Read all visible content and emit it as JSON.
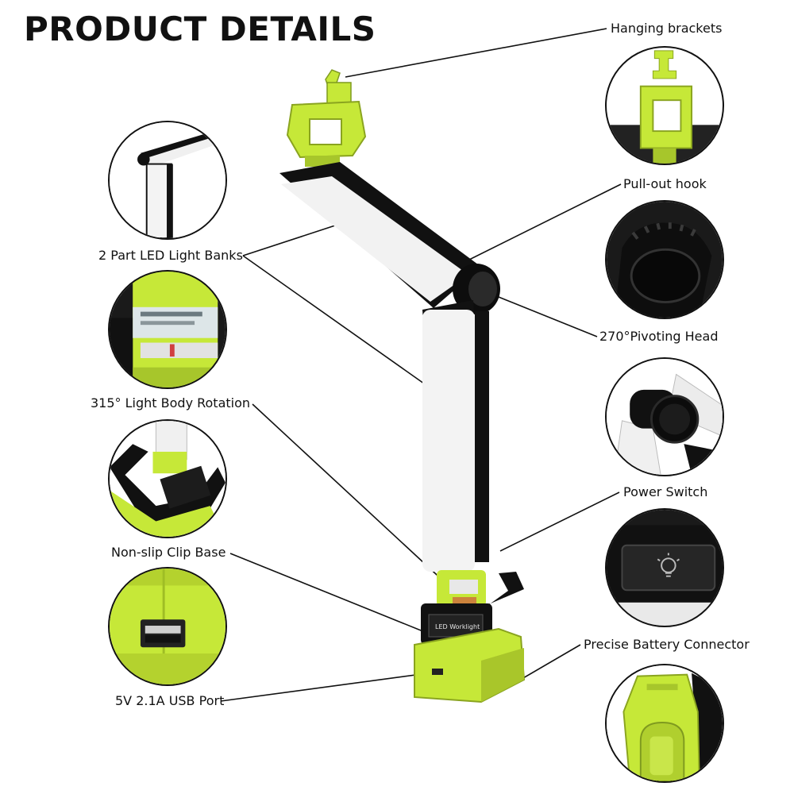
{
  "header": {
    "title": "PRODUCT DETAILS"
  },
  "callouts": {
    "hanging_brackets": "Hanging brackets",
    "pull_out_hook": "Pull-out hook",
    "pivoting_head": "270°Pivoting Head",
    "power_switch": "Power Switch",
    "battery_connector": "Precise Battery Connector",
    "led_banks": "2 Part LED Light Banks",
    "body_rotation": "315° Light Body Rotation",
    "clip_base": "Non-slip Clip Base",
    "usb_port": "5V 2.1A USB Port"
  },
  "product": {
    "badge_text": "LED Worklight",
    "accent_color": "#c6e838",
    "body_color": "#111111",
    "lens_color": "#f2f2f2"
  },
  "icons": [
    "bulb-icon",
    "usb-port-icon"
  ]
}
